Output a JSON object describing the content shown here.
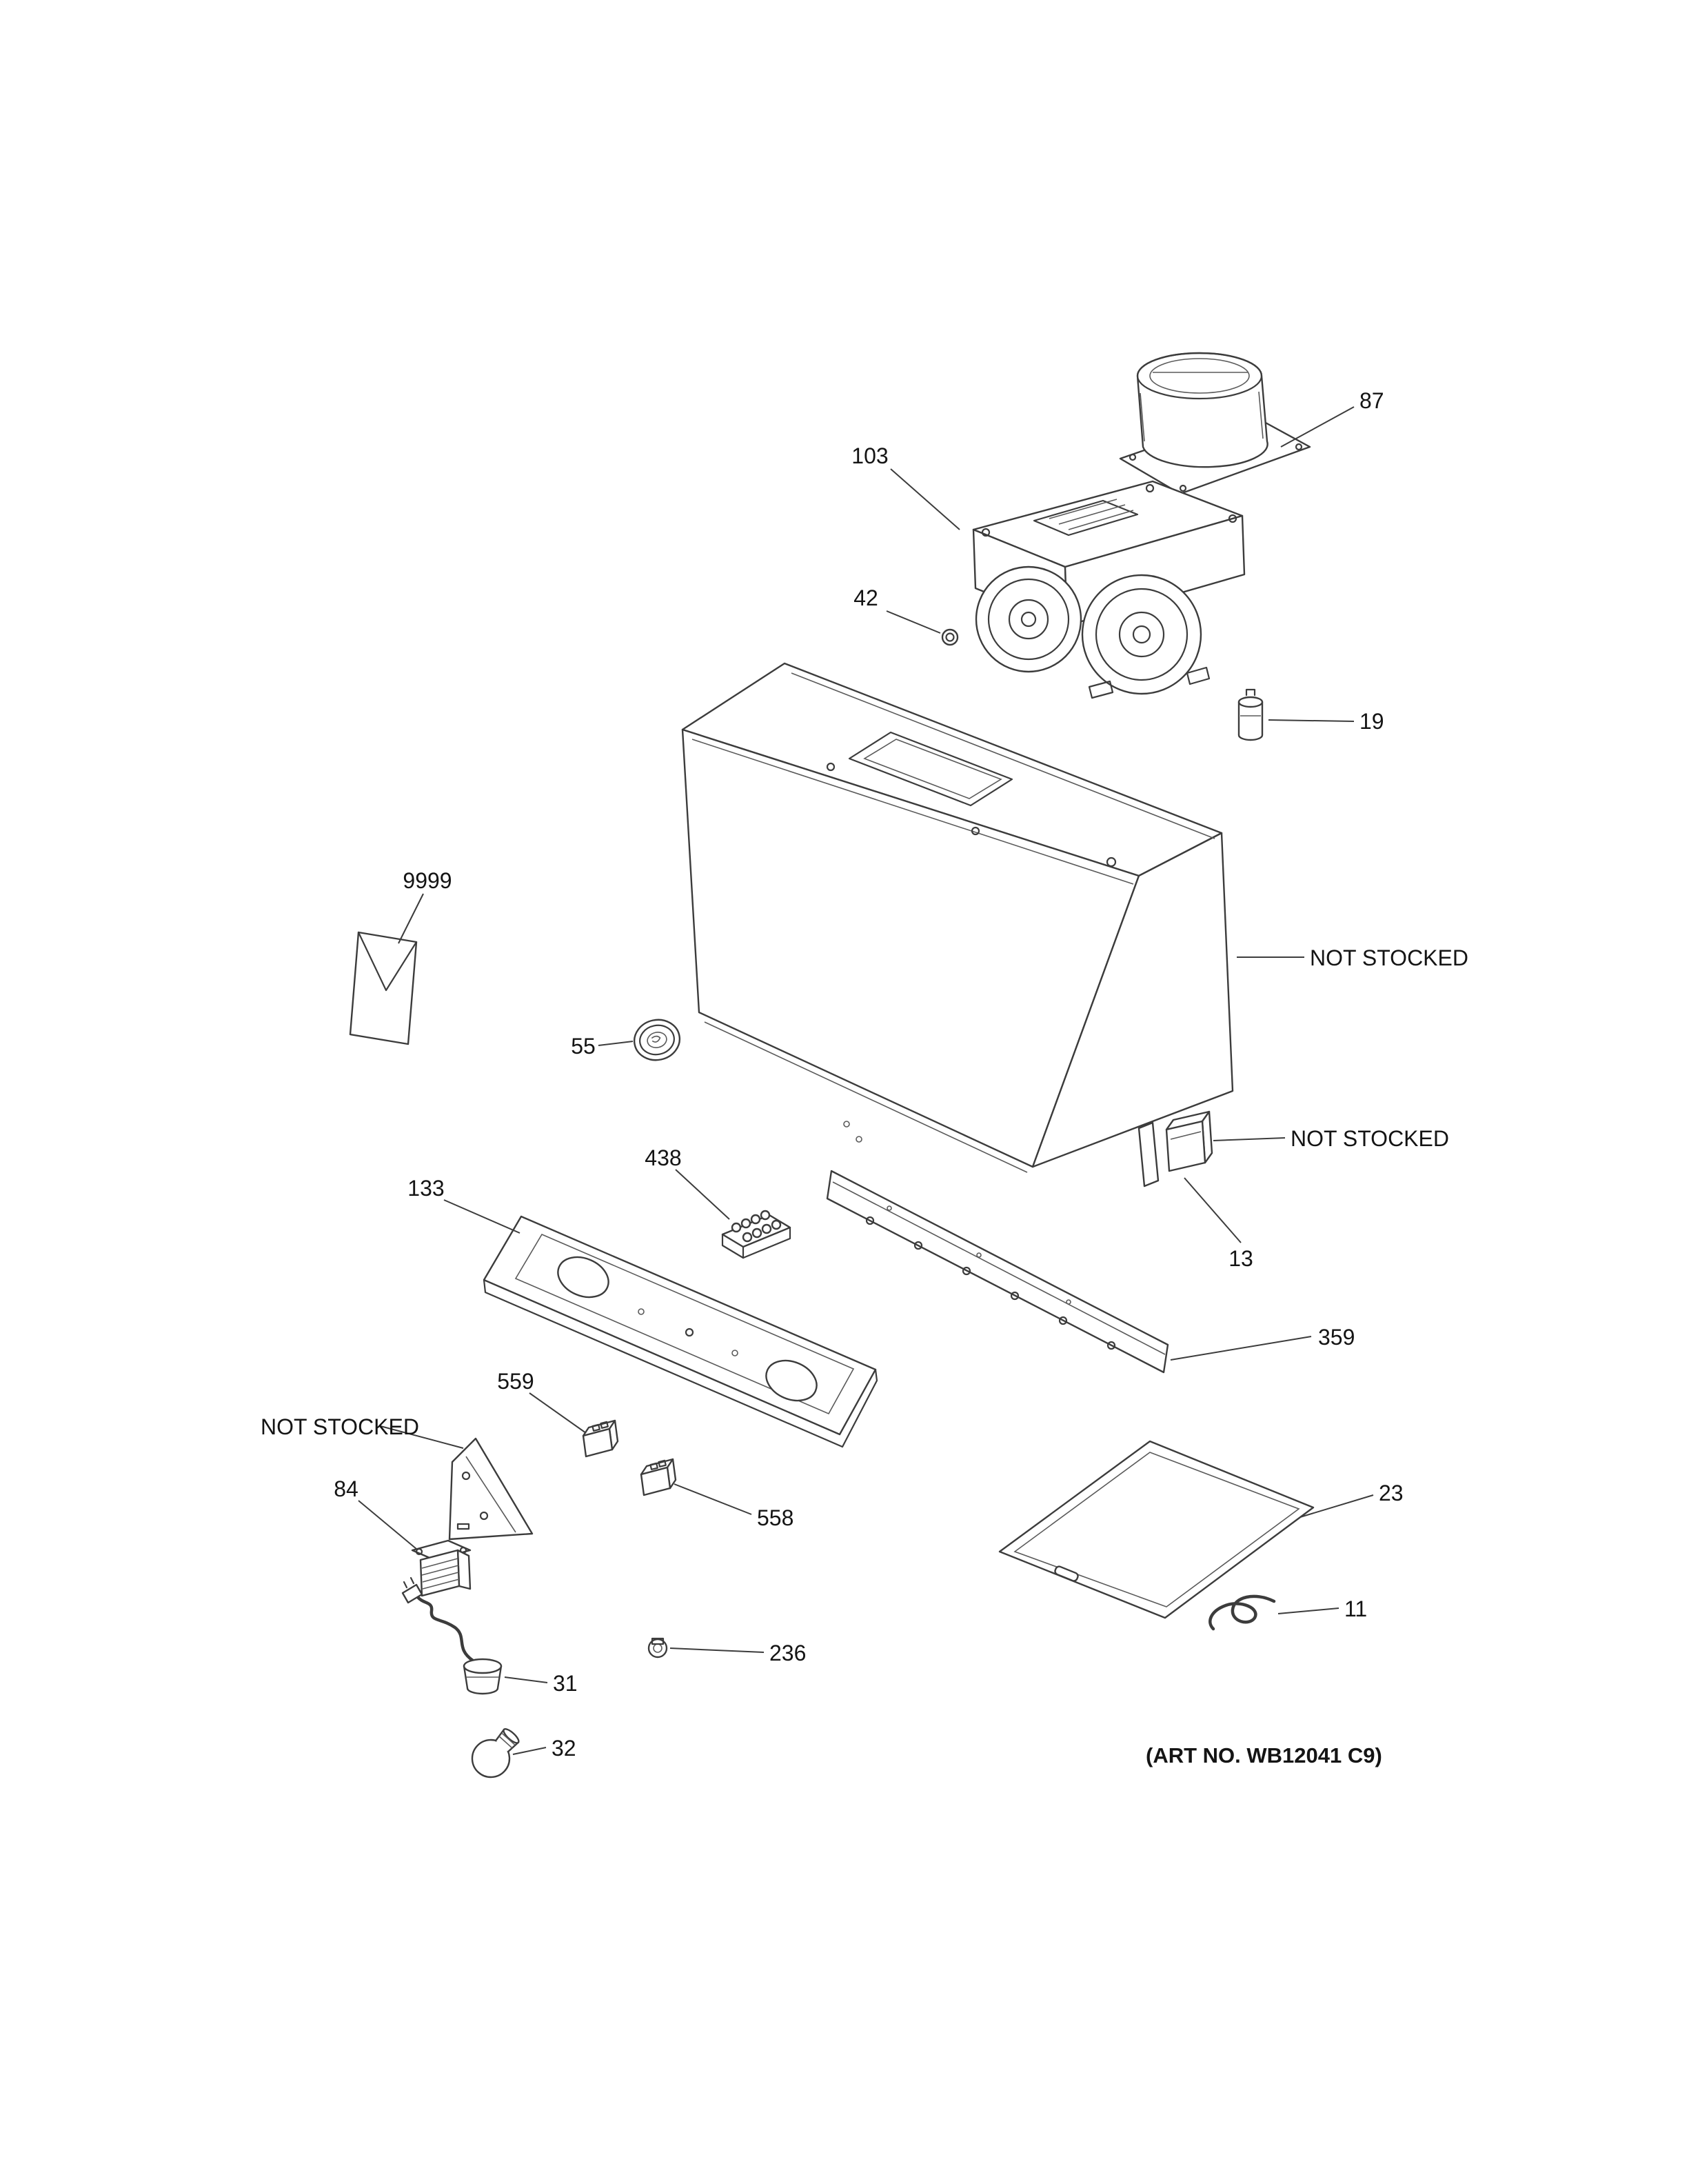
{
  "diagram": {
    "art_no": "(ART NO. WB12041 C9)",
    "not_stocked_label": "NOT STOCKED",
    "callouts": [
      "87",
      "103",
      "42",
      "19",
      "9999",
      "55",
      "13",
      "438",
      "133",
      "359",
      "559",
      "558",
      "84",
      "23",
      "11",
      "236",
      "31",
      "32"
    ],
    "colors": {
      "line": "#3c3c3c",
      "text": "#141414",
      "background": "#ffffff"
    }
  }
}
